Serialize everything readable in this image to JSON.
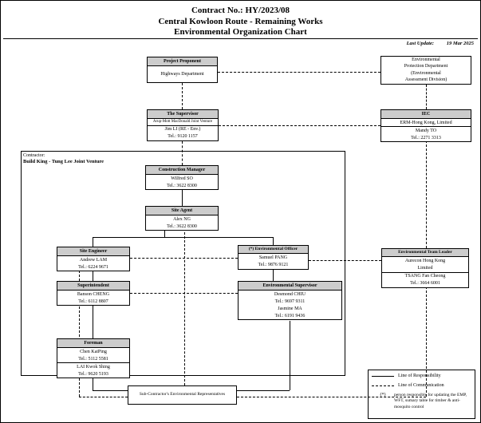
{
  "header": {
    "title_line1": "Contract No.: HY/2023/08",
    "title_line2": "Central Kowloon Route - Remaining Works",
    "title_line3": "Environmental Organization Chart",
    "last_update_label": "Last Update:",
    "last_update_value": "19 Mar 2025"
  },
  "contractor_frame": {
    "label": "Contractor:",
    "name": "Build King - Tung Lee Joint Venture"
  },
  "boxes": {
    "project_proponent": {
      "title": "Project Proponent",
      "body": "Highways Department"
    },
    "epd": {
      "line1": "Environmental",
      "line2": "Protection Department",
      "line3": "(Environmental",
      "line4": "Assessment Division)"
    },
    "supervisor": {
      "title": "The Supervisor",
      "company": "Arup-Mott MacDonald Joint Venture",
      "person": "Jim LI (RE - Env.)",
      "tel": "Tel.: 9120 1157"
    },
    "iec": {
      "title": "IEC",
      "company": "ERM-Hong Kong, Limited",
      "person": "Mandy TO",
      "tel": "Tel.: 2271 3313"
    },
    "construction_manager": {
      "title": "Construction Manager",
      "person": "Wilfred SO",
      "tel": "Tel.: 3622 8300"
    },
    "site_agent": {
      "title": "Site Agent",
      "person": "Alex NG",
      "tel": "Tel.: 3622 8300"
    },
    "site_engineer": {
      "title": "Site Engineer",
      "person": "Andrew LAM",
      "tel": "Tel.: 6224 9671"
    },
    "environmental_officer": {
      "title": "(*) Environmental Officer",
      "person": "Samuel PANG",
      "tel": "Tel.: 9876 9121"
    },
    "environmental_team_leader": {
      "title": "Environmental Team Leader",
      "company_line1": "Aurecon Hong Kong",
      "company_line2": "Limited",
      "person": "TSANG Fan Cheong",
      "tel": "Tel.: 3664 6001"
    },
    "superintendent": {
      "title": "Superintendent",
      "person": "Banson CHENG",
      "tel": "Tel.: 6112 8807"
    },
    "environmental_supervisor": {
      "title": "Environmental Supervisor",
      "person1": "Desmond CHIU",
      "tel1": "Tel.: 9697 9311",
      "person2": "Jasmine MA",
      "tel2": "Tel.: 6191 9436"
    },
    "foreman": {
      "title": "Foreman",
      "person1": "Chen KaiPing",
      "tel1": "Tel.: 5112 5581",
      "person2": "LAI Kwok Shing",
      "tel2": "Tel.: 9620 5193"
    },
    "subcontractor": {
      "body": "Sub-Contractor's Environmental Representatives"
    }
  },
  "legend": {
    "responsibility": "Line of Responsibility",
    "communication": "Line of Communication",
    "asterisk": "(*)",
    "note": "person responsible for updating the EMP, WFT, sumary table for timber & anti-mosquito control"
  },
  "colors": {
    "box_header_bg": "#cccccc",
    "line_color": "#000000"
  }
}
